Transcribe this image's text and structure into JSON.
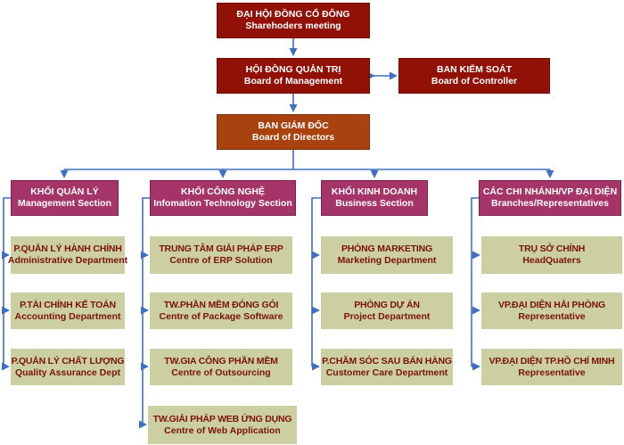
{
  "org": {
    "shareholders": {
      "vn": "ĐẠI HỘI ĐỒNG CỔ ĐÔNG",
      "en": "Sharehoders meeting"
    },
    "board_of_management": {
      "vn": "HỘI ĐỒNG QUẢN TRỊ",
      "en": "Board of Management"
    },
    "board_of_controller": {
      "vn": "BAN KIỂM SOÁT",
      "en": "Board of Controller"
    },
    "board_of_directors": {
      "vn": "BAN GIÁM ĐỐC",
      "en": "Board of Directors"
    },
    "columns": [
      {
        "header": {
          "vn": "KHỐI QUẢN LÝ",
          "en": "Management Section"
        },
        "items": [
          {
            "vn": "P.QUẢN LÝ HÀNH CHÍNH",
            "en": "Administrative Department"
          },
          {
            "vn": "P.TÀI CHÍNH KẾ TOÁN",
            "en": "Accounting Department"
          },
          {
            "vn": "P.QUẢN LÝ CHẤT LƯỢNG",
            "en": "Quality Assurance Dept"
          }
        ]
      },
      {
        "header": {
          "vn": "KHỐI CÔNG NGHỆ",
          "en": "Infomation Technology Section"
        },
        "items": [
          {
            "vn": "TRUNG TÂM GIẢI PHÁP ERP",
            "en": "Centre of ERP Solution"
          },
          {
            "vn": "TW.PHẦN MỀM ĐÓNG GÓI",
            "en": "Centre of Package Software"
          },
          {
            "vn": "TW.GIA CÔNG PHẦN MỀM",
            "en": "Centre of Outsourcing"
          },
          {
            "vn": "TW.GIẢI PHÁP WEB ỨNG DỤNG",
            "en": "Centre of Web Application"
          }
        ]
      },
      {
        "header": {
          "vn": "KHỐI KINH DOANH",
          "en": "Business Section"
        },
        "items": [
          {
            "vn": "PHÒNG MARKETING",
            "en": "Marketing Department"
          },
          {
            "vn": "PHÒNG DỰ ÁN",
            "en": "Project Department"
          },
          {
            "vn": "P.CHĂM SÓC SAU BÁN HÀNG",
            "en": "Customer Care Department"
          }
        ]
      },
      {
        "header": {
          "vn": "CÁC CHI NHÁNH/VP ĐẠI DIỆN",
          "en": "Branches/Representatives"
        },
        "items": [
          {
            "vn": "TRỤ SỞ CHÍNH",
            "en": "HeadQuaters"
          },
          {
            "vn": "VP.ĐẠI DIỆN HẢI PHÒNG",
            "en": "Representative"
          },
          {
            "vn": "VP.ĐẠI DIỆN TP.HỒ CHÍ MINH",
            "en": "Representative"
          }
        ]
      }
    ],
    "colors": {
      "dark_red_box": "#911106",
      "rust_box": "#a84310",
      "magenta_header": "#a53468",
      "green_box": "#cbcfa2",
      "green_box_text": "#7a1308",
      "connector_blue": "#3f6fc1",
      "background": "#ffffff"
    }
  }
}
